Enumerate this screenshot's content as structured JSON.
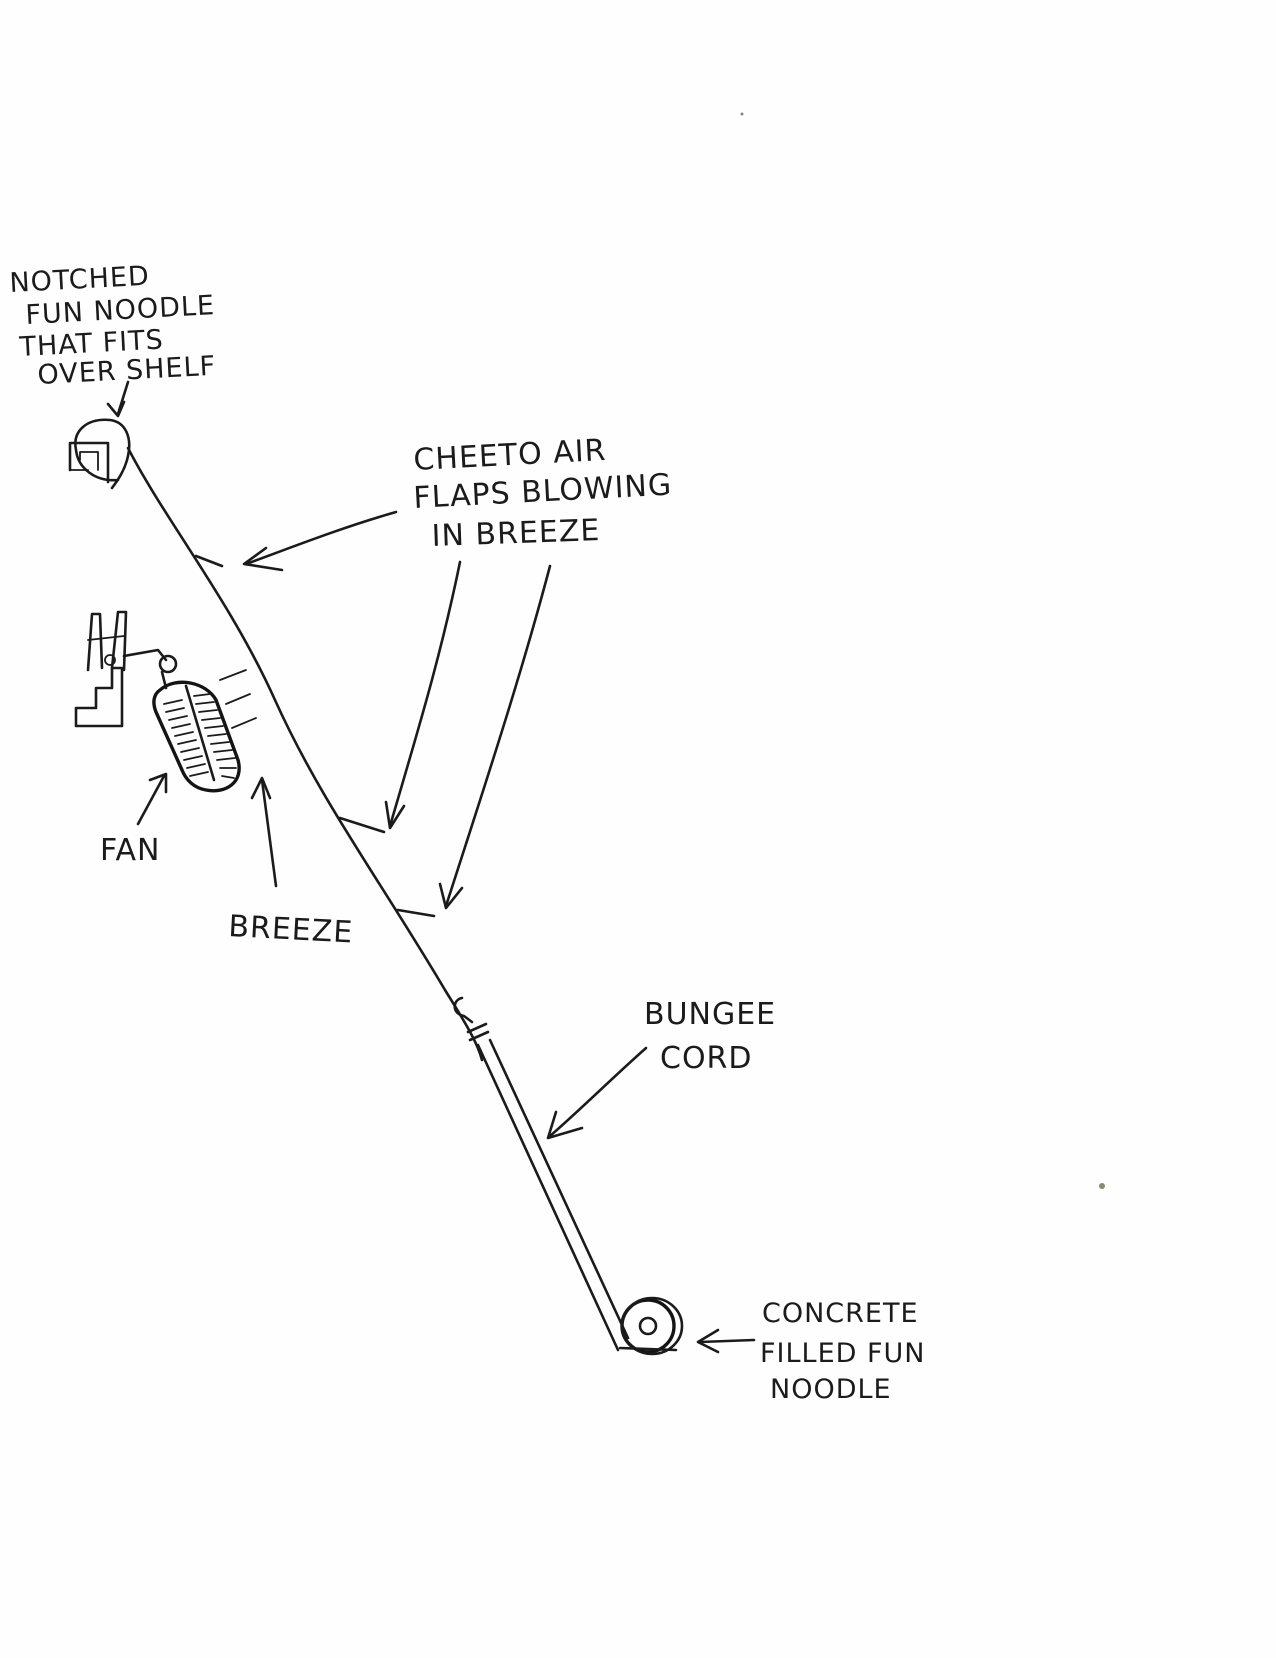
{
  "labels": {
    "notched_noodle": [
      "NOTCHED",
      "FUN NOODLE",
      "THAT FITS",
      "OVER SHELF"
    ],
    "cheeto_flaps": [
      "CHEETO AIR",
      "FLAPS BLOWING",
      "IN  BREEZE"
    ],
    "fan": "FAN",
    "breeze": "BREEZE",
    "bungee_cord": [
      "BUNGEE",
      "CORD"
    ],
    "concrete_noodle": [
      "CONCRETE",
      "FILLED FUN",
      "NOODLE"
    ]
  },
  "colors": {
    "ink": "#1b1b1b",
    "paper": "#fefefe"
  }
}
